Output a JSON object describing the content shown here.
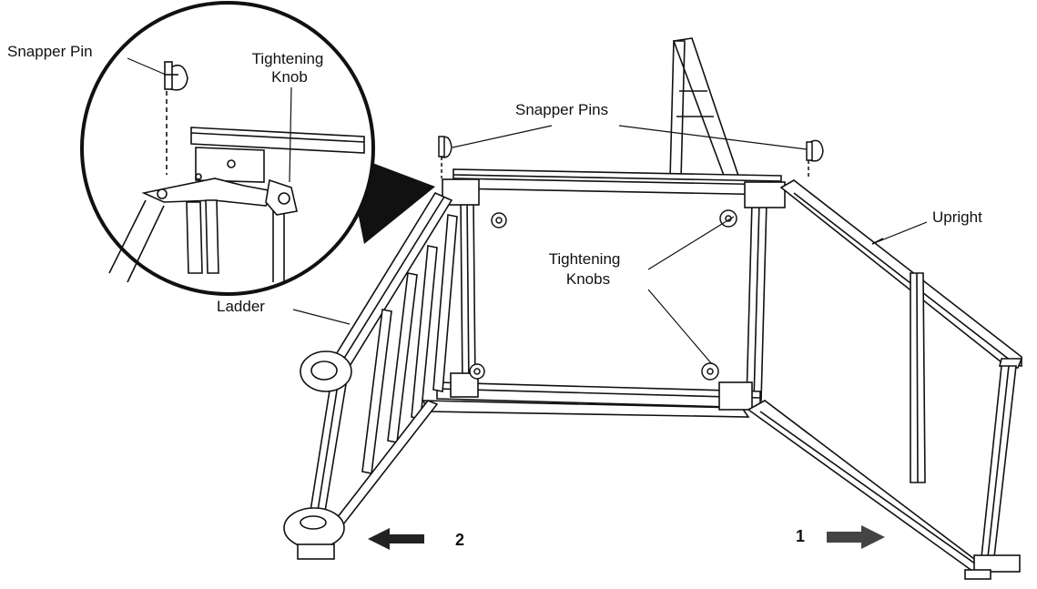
{
  "labels": {
    "snapper_pin": "Snapper Pin",
    "tightening_knob_line1": "Tightening",
    "tightening_knob_line2": "Knob",
    "snapper_pins": "Snapper Pins",
    "upright": "Upright",
    "tightening_knobs_line1": "Tightening",
    "tightening_knobs_line2": "Knobs",
    "ladder": "Ladder"
  },
  "steps": {
    "step_1": "1",
    "step_2": "2"
  },
  "colors": {
    "line": "#111111",
    "arrow_fill": "#333333",
    "callout_fill": "#111111",
    "background": "#ffffff"
  }
}
